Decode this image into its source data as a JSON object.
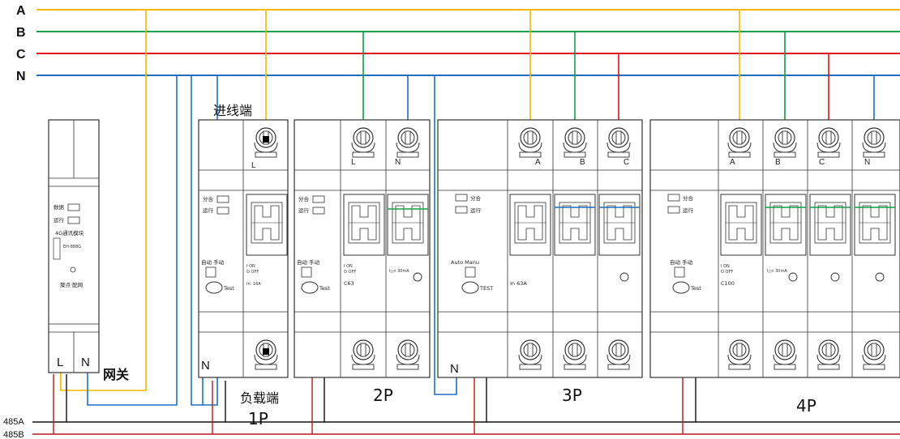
{
  "phases": [
    {
      "name": "A",
      "color": "#f5b800"
    },
    {
      "name": "B",
      "color": "#12a04a"
    },
    {
      "name": "C",
      "color": "#e0141a"
    },
    {
      "name": "N",
      "color": "#1f6fc0"
    }
  ],
  "bus": {
    "a": "485A",
    "b": "485B"
  },
  "labels": {
    "incoming": "进线端",
    "load": "负载端",
    "gateway": "网关",
    "p1": "1P",
    "p2": "2P",
    "p3": "3P",
    "p4": "4P",
    "n": "N"
  },
  "gateway_module": {
    "row1": "数据",
    "row2": "运行",
    "title": "4G通讯模块",
    "model": "EH-888G",
    "brand": "聚点·配网",
    "terminal_l": "L",
    "terminal_n": "N"
  },
  "breakers": {
    "b1": {
      "ind1": "分合",
      "ind2": "运行",
      "mode": "自动 手动",
      "test": "Test",
      "term": "L",
      "rating": "In: 16A",
      "on": "I ON",
      "off": "O OFF"
    },
    "b2": {
      "ind1": "分合",
      "ind2": "运行",
      "mode": "自动 手动",
      "test": "Test",
      "term_l": "L",
      "term_n": "N",
      "rating": "C63",
      "on": "I ON",
      "off": "O OFF",
      "leak": "I△n 30mA"
    },
    "b3": {
      "ind1": "分合",
      "ind2": "运行",
      "mode": "Auto   Manu",
      "test": "TEST",
      "term_a": "A",
      "term_b": "B",
      "term_c": "C",
      "rating": "In 63A"
    },
    "b4": {
      "ind1": "分合",
      "ind2": "运行",
      "mode": "自动 手动",
      "test": "Test",
      "term_a": "A",
      "term_b": "B",
      "term_c": "C",
      "term_n": "N",
      "rating": "C100",
      "on": "I ON",
      "off": "O OFF",
      "leak": "I△n 30mA"
    }
  }
}
